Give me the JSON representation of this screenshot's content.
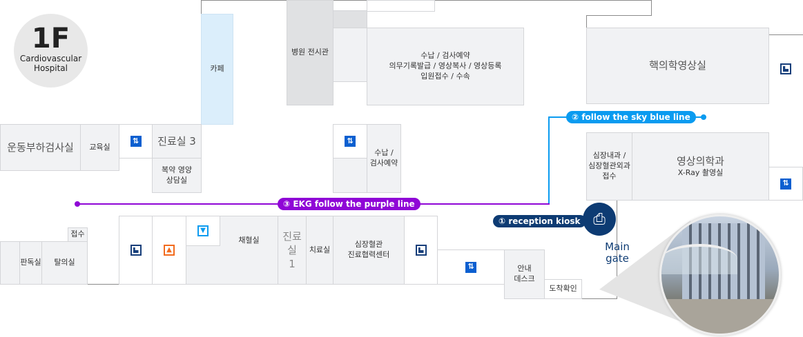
{
  "floor": {
    "label": "1F",
    "building": "Cardiovascular\nHospital"
  },
  "rooms": {
    "cafe": "카페",
    "exhibit": "병원 전시관",
    "payment_main": "수납 / 검사예약\n의무기록발급 / 영상복사 / 영상등록\n입원접수 / 수속",
    "nuclear": "핵의학영상실",
    "exercise": "운동부하검사실",
    "education": "교육실",
    "exam3": "진료실 3",
    "nutrition": "복약 영양\n상담실",
    "payment_small": "수납 /\n검사예약",
    "cardio_reception": "심장내과 /\n심장혈관외과\n접수",
    "radiology": "영상의학과",
    "xray": "X-Ray 촬영실",
    "reception_small": "접수",
    "reading": "판독실",
    "changing": "탈의실",
    "blood": "채혈실",
    "exam1": "진료실\n1",
    "treatment": "치료실",
    "cardio_center": "심장혈관\n진료협력센터",
    "info_desk": "안내\n데스크",
    "arrival": "도착확인"
  },
  "routes": {
    "step1": "① reception kiosk",
    "step2": "② follow the sky blue line",
    "step3": "③ EKG follow the purple line"
  },
  "main_gate": "Main\ngate",
  "colors": {
    "purple": "#8f06d6",
    "sky_blue": "#0a9bf0",
    "navy": "#0d3b73",
    "elevator": "#0b5fd0",
    "restroom_orange": "#f26b1d"
  }
}
